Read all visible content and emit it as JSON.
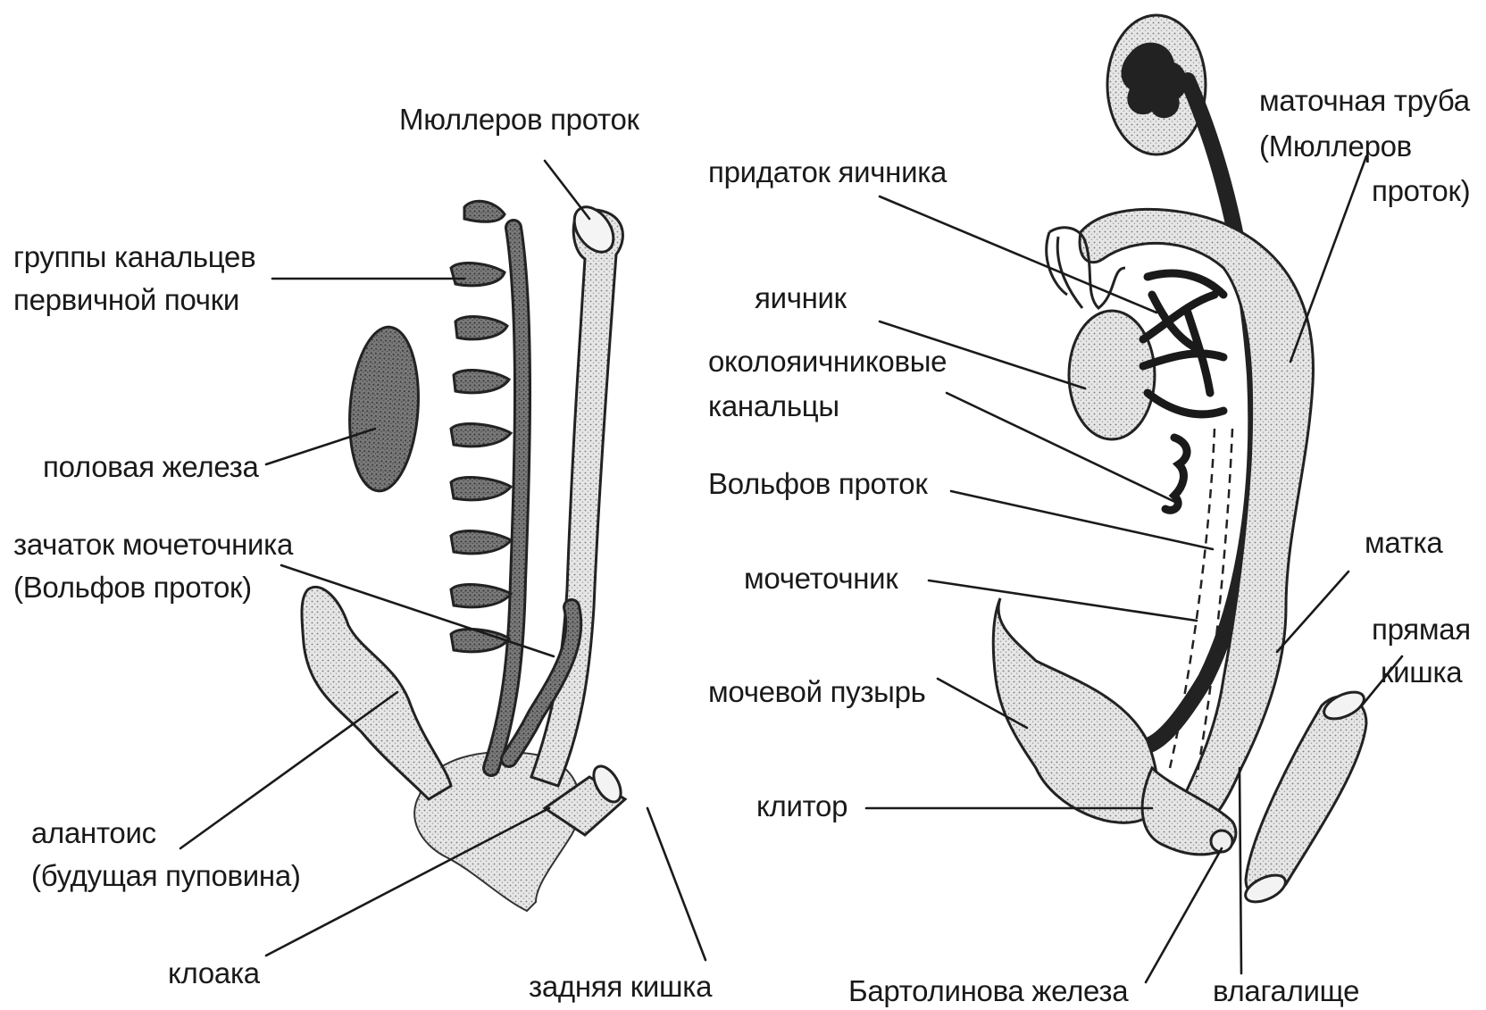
{
  "left_diagram": {
    "labels": {
      "muller_duct": "Мюллеров проток",
      "tubule_groups_1": "группы канальцев",
      "tubule_groups_2": "первичной почки",
      "gonad": "половая железа",
      "ureter_bud_1": "зачаток мочеточника",
      "ureter_bud_2": "(Вольфов проток)",
      "allantois_1": "алантоис",
      "allantois_2": "(будущая пуповина)",
      "cloaca": "клоака",
      "hindgut": "задняя кишка"
    }
  },
  "right_diagram": {
    "labels": {
      "fallopian_1": "маточная труба",
      "fallopian_2": "(Мюллеров",
      "fallopian_3": "проток)",
      "epoophoron": "придаток яичника",
      "ovary": "яичник",
      "paroophoron_1": "околояичниковые",
      "paroophoron_2": "канальцы",
      "wolffian": "Вольфов проток",
      "ureter": "мочеточник",
      "bladder": "мочевой пузырь",
      "clitoris": "клитор",
      "bartholin": "Бартолинова железа",
      "vagina": "влагалище",
      "uterus": "матка",
      "rectum_1": "прямая",
      "rectum_2": "кишка"
    }
  }
}
